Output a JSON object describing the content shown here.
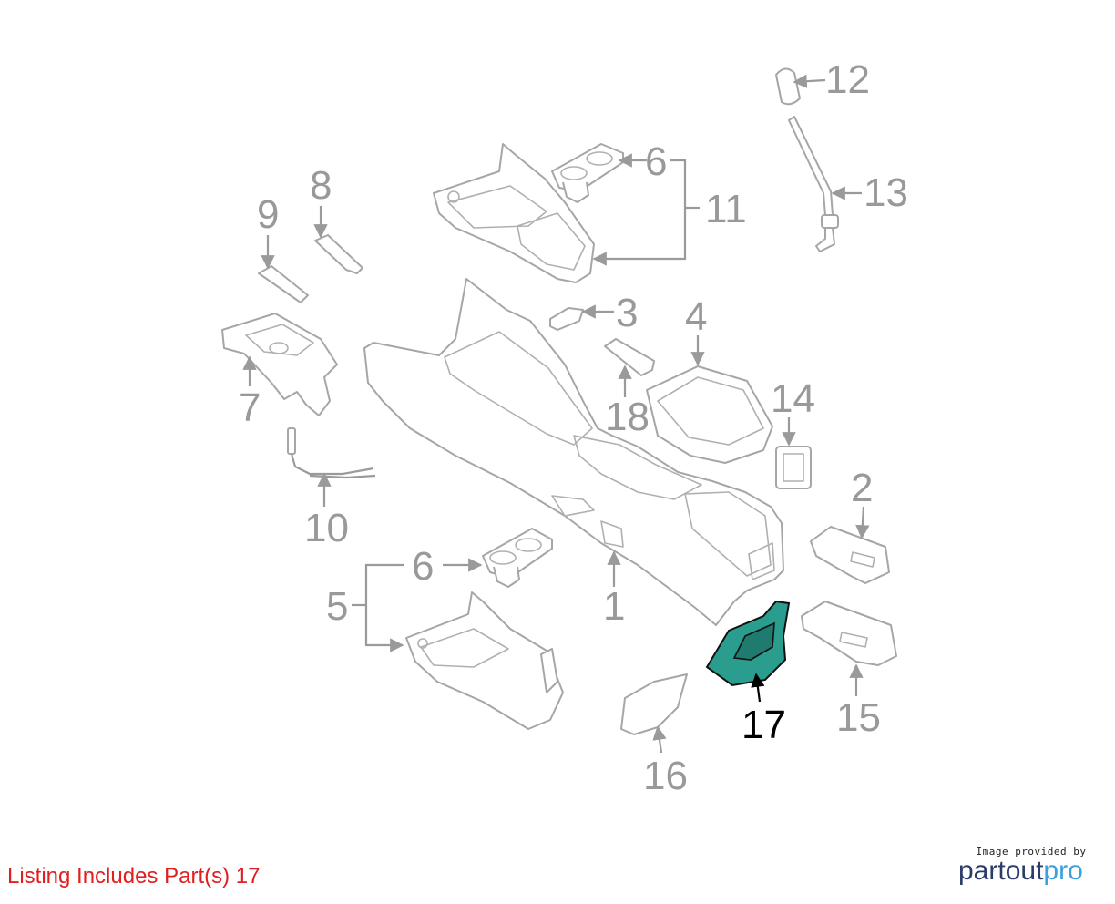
{
  "diagram": {
    "highlight_color": "#2a9d8f",
    "labels": {
      "l1": "1",
      "l2": "2",
      "l3": "3",
      "l4": "4",
      "l5": "5",
      "l6a": "6",
      "l6b": "6",
      "l7": "7",
      "l8": "8",
      "l9": "9",
      "l10": "10",
      "l11": "11",
      "l12": "12",
      "l13": "13",
      "l14": "14",
      "l15": "15",
      "l16": "16",
      "l17": "17",
      "l18": "18"
    }
  },
  "footer": {
    "listing_text": "Listing Includes Part(s) 17",
    "credit_small": "Image provided by",
    "brand_part1": "partout",
    "brand_part2": "pro"
  }
}
